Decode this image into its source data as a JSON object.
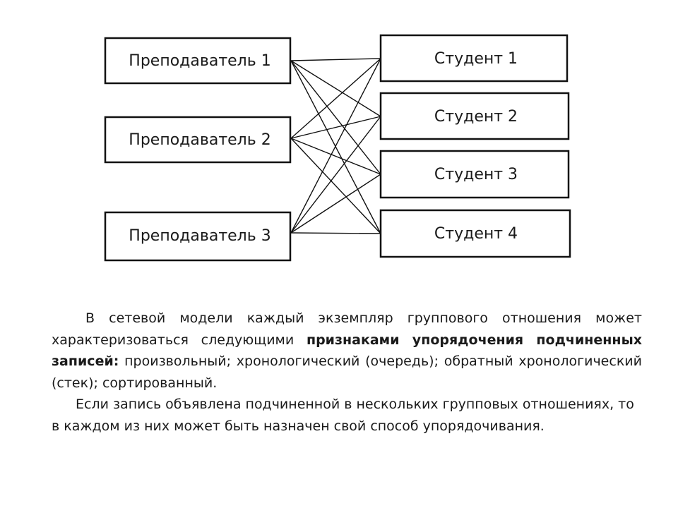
{
  "diagram": {
    "teachers": [
      {
        "label": "Преподаватель 1"
      },
      {
        "label": "Преподаватель 2"
      },
      {
        "label": "Преподаватель 3"
      }
    ],
    "students": [
      {
        "label": "Студент 1"
      },
      {
        "label": "Студент 2"
      },
      {
        "label": "Студент 3"
      },
      {
        "label": "Студент 4"
      }
    ],
    "edges": [
      [
        0,
        0
      ],
      [
        0,
        1
      ],
      [
        0,
        2
      ],
      [
        0,
        3
      ],
      [
        1,
        0
      ],
      [
        1,
        1
      ],
      [
        1,
        2
      ],
      [
        1,
        3
      ],
      [
        2,
        0
      ],
      [
        2,
        1
      ],
      [
        2,
        2
      ],
      [
        2,
        3
      ]
    ]
  },
  "text": {
    "p1_a": "В сетевой модели каждый экземпляр группового отношения может характеризоваться следующими ",
    "p1_bold": "признаками упорядочения подчиненных записей:",
    "p1_b": " произвольный; хронологический (очередь); обратный хронологический (стек); сортированный.",
    "p2": "Если запись объявлена подчиненной в нескольких групповых отношениях, то в каждом из них может быть назначен свой способ упорядочивания."
  }
}
